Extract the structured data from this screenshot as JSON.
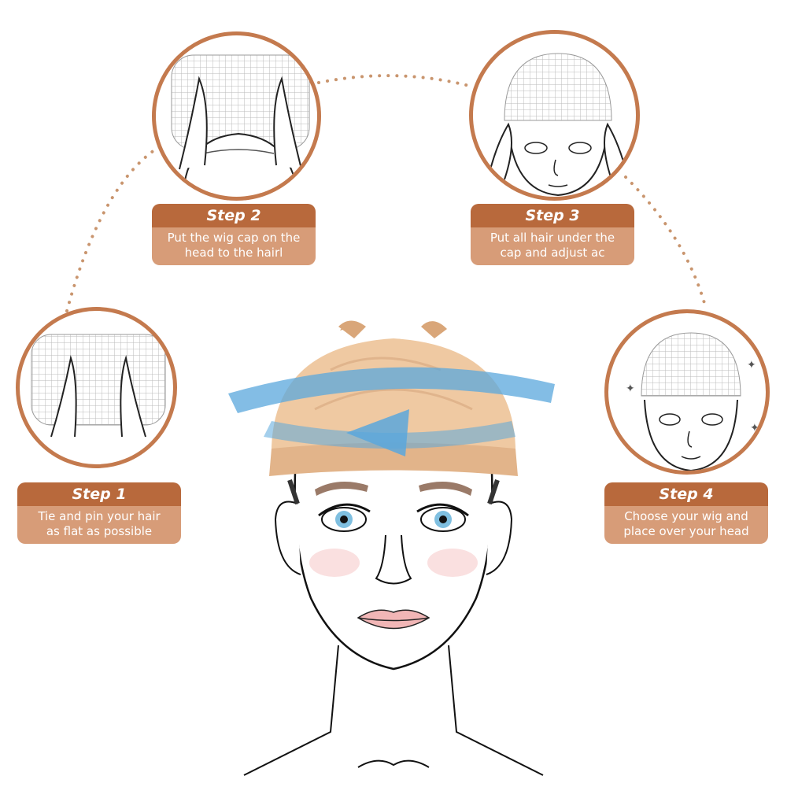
{
  "colors": {
    "ring": "#c47a4e",
    "label_head": "#b8693c",
    "label_body": "#d79c78",
    "arrow": "#5aa7dc",
    "cap": "#efc9a2",
    "dots": "#c9956e"
  },
  "steps": [
    {
      "title": "Step 1",
      "line1": "Tie and pin your hair",
      "line2": "as flat as possible",
      "icon": "hands-on-cap-icon"
    },
    {
      "title": "Step 2",
      "line1": "Put the wig cap on the",
      "line2": "head to the hairl",
      "icon": "cap-on-head-icon"
    },
    {
      "title": "Step 3",
      "line1": "Put all hair under the",
      "line2": "cap and adjust ac",
      "icon": "adjust-cap-icon"
    },
    {
      "title": "Step 4",
      "line1": "Choose your wig and",
      "line2": "place over your head",
      "icon": "finished-cap-icon"
    }
  ]
}
